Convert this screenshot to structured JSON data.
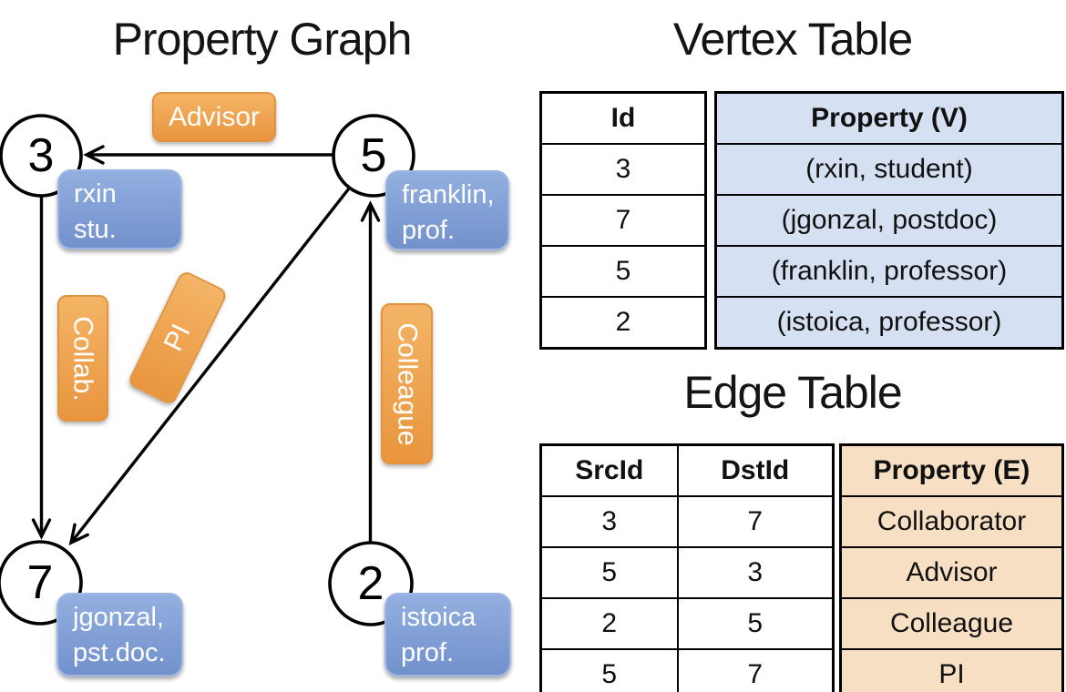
{
  "slide": {
    "graph_title": "Property Graph",
    "vertex_table_title": "Vertex Table",
    "edge_table_title": "Edge Table"
  },
  "graph": {
    "nodes": [
      {
        "id": "3",
        "property_lines": [
          "rxin",
          "stu."
        ]
      },
      {
        "id": "5",
        "property_lines": [
          "franklin,",
          "prof."
        ]
      },
      {
        "id": "7",
        "property_lines": [
          "jgonzal,",
          "pst.doc."
        ]
      },
      {
        "id": "2",
        "property_lines": [
          "istoica",
          "prof."
        ]
      }
    ],
    "edges": [
      {
        "src": "5",
        "dst": "3",
        "label": "Advisor"
      },
      {
        "src": "3",
        "dst": "7",
        "label": "Collab."
      },
      {
        "src": "5",
        "dst": "7",
        "label": "PI"
      },
      {
        "src": "2",
        "dst": "5",
        "label": "Colleague"
      }
    ]
  },
  "vertex_table": {
    "headers": {
      "id": "Id",
      "property": "Property (V)"
    },
    "rows": [
      {
        "id": "3",
        "property": "(rxin, student)"
      },
      {
        "id": "7",
        "property": "(jgonzal, postdoc)"
      },
      {
        "id": "5",
        "property": "(franklin, professor)"
      },
      {
        "id": "2",
        "property": "(istoica, professor)"
      }
    ]
  },
  "edge_table": {
    "headers": {
      "src": "SrcId",
      "dst": "DstId",
      "property": "Property (E)"
    },
    "rows": [
      {
        "src": "3",
        "dst": "7",
        "property": "Collaborator"
      },
      {
        "src": "5",
        "dst": "3",
        "property": "Advisor"
      },
      {
        "src": "2",
        "dst": "5",
        "property": "Colleague"
      },
      {
        "src": "5",
        "dst": "7",
        "property": "PI"
      }
    ]
  },
  "colors": {
    "edge_label_orange_top": "#f4b466",
    "edge_label_orange_bottom": "#e9953e",
    "property_box_blue_top": "#93afe0",
    "property_box_blue_bottom": "#7291cc",
    "vertex_property_cell": "#d5e0f2",
    "edge_property_cell": "#f6dfc3",
    "line_black": "#000000"
  }
}
